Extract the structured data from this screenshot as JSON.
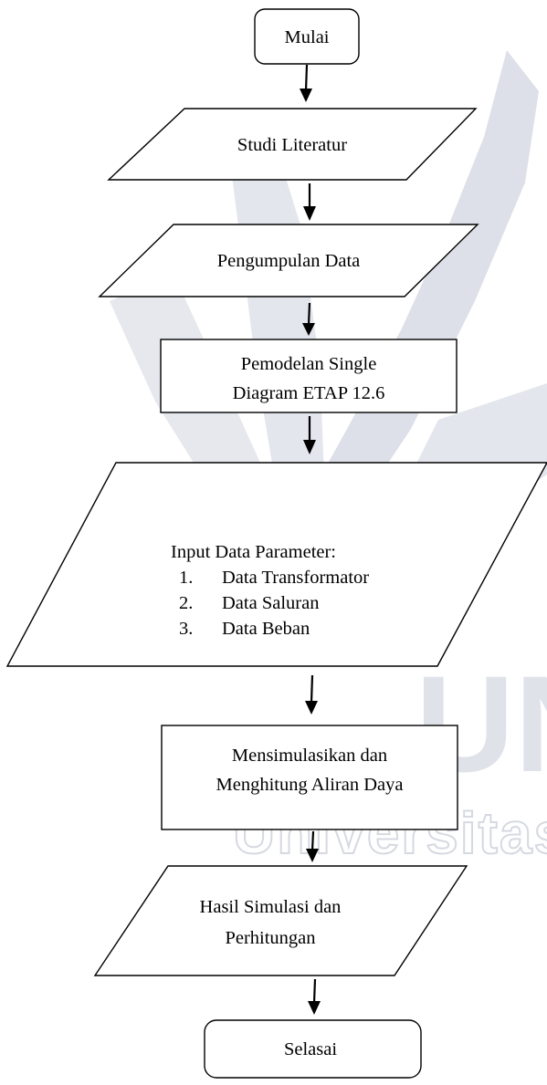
{
  "flowchart": {
    "start": {
      "label": "Mulai"
    },
    "step_literature": {
      "label": "Studi Literatur"
    },
    "step_data_collection": {
      "label": "Pengumpulan Data"
    },
    "step_modeling": {
      "lines": [
        "Pemodelan Single",
        "Diagram ETAP 12.6"
      ]
    },
    "step_input": {
      "title": "Input Data Parameter:",
      "items": [
        {
          "num": "1.",
          "text": "Data Transformator"
        },
        {
          "num": "2.",
          "text": "Data Saluran"
        },
        {
          "num": "3.",
          "text": "Data Beban"
        }
      ]
    },
    "step_simulation": {
      "lines": [
        "Mensimulasikan dan",
        "Menghitung Aliran Daya"
      ]
    },
    "step_result": {
      "lines": [
        "Hasil Simulasi dan",
        "Perhitungan"
      ]
    },
    "end": {
      "label": "Selasai"
    }
  },
  "watermark": {
    "text": "Universitas N",
    "letters": "UN"
  }
}
